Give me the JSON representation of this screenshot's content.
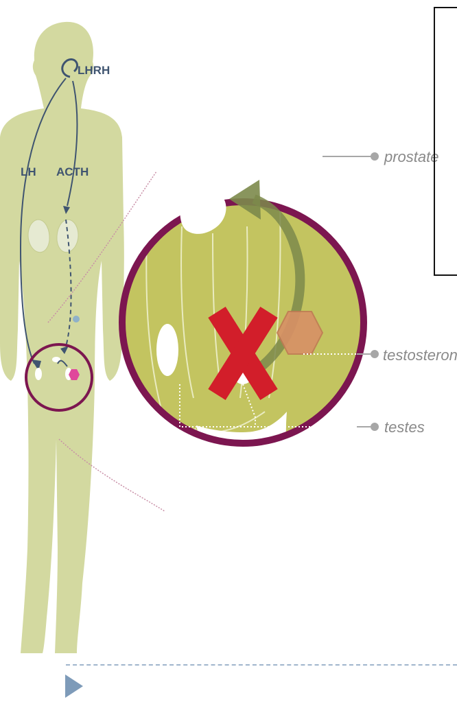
{
  "diagram": {
    "hormone_labels": {
      "lhrh": "LHRH",
      "lh": "LH",
      "acth": "ACTH"
    },
    "organ_labels": {
      "prostate": "prostate",
      "testosterone": "testosterone",
      "testes": "testes"
    },
    "colors": {
      "body": "#cfd598",
      "zoom_fill": "#c3c460",
      "ring": "#7c1650",
      "block_mark": "#d21e2a",
      "arrow": "#7c8a4b",
      "hormone_hex_pink": "#e0489b",
      "testosterone_hex": "#d89066",
      "pathway": "#3f5470"
    },
    "icons": {
      "block": "red-x-icon",
      "next": "play-triangle-icon"
    }
  }
}
